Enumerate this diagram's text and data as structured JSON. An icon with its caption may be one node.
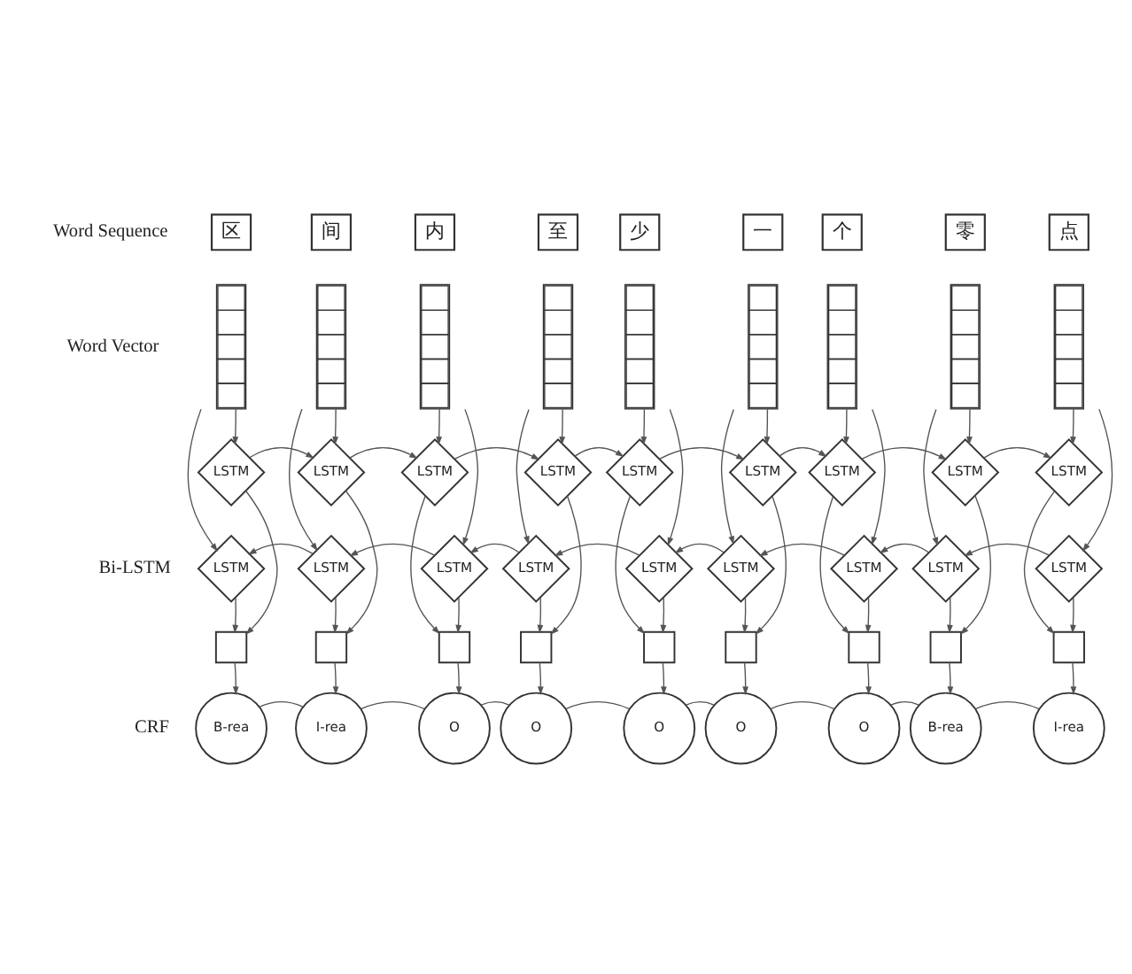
{
  "diagram": {
    "nodes": [
      {
        "text": [
          "区"
        ]
      },
      {
        "text": [
          "间"
        ]
      },
      {
        "text": [
          "内"
        ]
      },
      {
        "text": [
          "至"
        ]
      },
      {
        "text": [
          "少"
        ]
      },
      {
        "text": [
          "一"
        ]
      },
      {
        "text": [
          "个"
        ]
      },
      {
        "text": [
          "零"
        ]
      },
      {
        "text": [
          "点"
        ]
      },
      {
        "text": [],
        "shape": "bar"
      },
      {
        "text": [],
        "shape": "bar"
      },
      {
        "text": [],
        "shape": "bar"
      },
      {
        "text": [],
        "shape": "bar"
      },
      {
        "text": [],
        "shape": "bar"
      },
      {
        "text": [],
        "shape": "bar"
      },
      {
        "text": [],
        "shape": "bar"
      },
      {
        "text": [],
        "shape": "bar"
      },
      {
        "text": [],
        "shape": "bar"
      },
      {
        "text": [
          "LSTM"
        ]
      },
      {
        "text": [
          "LSTM"
        ]
      },
      {
        "text": [
          "LSTM"
        ]
      },
      {
        "text": [
          "LSTM"
        ]
      },
      {
        "text": [
          "LSTM"
        ]
      },
      {
        "text": [
          "LSTM"
        ]
      },
      {
        "text": [
          "LSTM"
        ]
      },
      {
        "text": [
          "LSTM"
        ]
      },
      {
        "text": [
          "LSTM"
        ]
      },
      {
        "text": [
          "LSTM"
        ]
      },
      {
        "text": [
          "LSTM"
        ]
      },
      {
        "text": [
          "LSTM"
        ]
      },
      {
        "text": [
          "LSTM"
        ]
      },
      {
        "text": [
          "LSTM"
        ]
      },
      {
        "text": [
          "LSTM"
        ]
      },
      {
        "text": [
          "LSTM"
        ]
      },
      {
        "text": [
          "LSTM"
        ]
      },
      {
        "text": [
          "LSTM"
        ]
      },
      {
        "text": [],
        "shape": "box"
      },
      {
        "text": [],
        "shape": "box"
      },
      {
        "text": [],
        "shape": "box"
      },
      {
        "text": [],
        "shape": "box"
      },
      {
        "text": [],
        "shape": "box"
      },
      {
        "text": [],
        "shape": "box"
      },
      {
        "text": [],
        "shape": "box"
      },
      {
        "text": [],
        "shape": "box"
      },
      {
        "text": [],
        "shape": "box"
      },
      {
        "text": [
          "B-rea"
        ]
      },
      {
        "text": [
          "I-rea"
        ]
      },
      {
        "text": [
          "O"
        ]
      },
      {
        "text": [
          "O"
        ]
      },
      {
        "text": [
          "O"
        ]
      },
      {
        "text": [
          "O"
        ]
      },
      {
        "text": [
          "O"
        ]
      },
      {
        "text": [
          "B-rea"
        ]
      },
      {
        "text": [
          "I-rea"
        ]
      }
    ],
    "edges": [
      {
        "from": 9,
        "to": 18,
        "arrow": "to"
      },
      {
        "from": 10,
        "to": 19,
        "arrow": "to"
      },
      {
        "from": 11,
        "to": 20,
        "arrow": "to"
      },
      {
        "from": 12,
        "to": 21,
        "arrow": "to"
      },
      {
        "from": 13,
        "to": 22,
        "arrow": "to"
      },
      {
        "from": 14,
        "to": 23,
        "arrow": "to"
      },
      {
        "from": 15,
        "to": 24,
        "arrow": "to"
      },
      {
        "from": 16,
        "to": 25,
        "arrow": "to"
      },
      {
        "from": 17,
        "to": 26,
        "arrow": "to"
      },
      {
        "from": 9,
        "to": 27,
        "arrow": "to"
      },
      {
        "from": 10,
        "to": 28,
        "arrow": "to"
      },
      {
        "from": 11,
        "to": 29,
        "arrow": "to"
      },
      {
        "from": 12,
        "to": 30,
        "arrow": "to"
      },
      {
        "from": 13,
        "to": 31,
        "arrow": "to"
      },
      {
        "from": 14,
        "to": 32,
        "arrow": "to"
      },
      {
        "from": 15,
        "to": 33,
        "arrow": "to"
      },
      {
        "from": 16,
        "to": 34,
        "arrow": "to"
      },
      {
        "from": 17,
        "to": 35,
        "arrow": "to"
      },
      {
        "from": 18,
        "to": 19,
        "arrow": "to"
      },
      {
        "from": 19,
        "to": 20,
        "arrow": "to"
      },
      {
        "from": 20,
        "to": 21,
        "arrow": "to"
      },
      {
        "from": 21,
        "to": 22,
        "arrow": "to"
      },
      {
        "from": 22,
        "to": 23,
        "arrow": "to"
      },
      {
        "from": 23,
        "to": 24,
        "arrow": "to"
      },
      {
        "from": 24,
        "to": 25,
        "arrow": "to"
      },
      {
        "from": 25,
        "to": 26,
        "arrow": "to"
      },
      {
        "from": 28,
        "to": 27,
        "arrow": "to"
      },
      {
        "from": 29,
        "to": 28,
        "arrow": "to"
      },
      {
        "from": 30,
        "to": 29,
        "arrow": "to"
      },
      {
        "from": 31,
        "to": 30,
        "arrow": "to"
      },
      {
        "from": 32,
        "to": 31,
        "arrow": "to"
      },
      {
        "from": 33,
        "to": 32,
        "arrow": "to"
      },
      {
        "from": 34,
        "to": 33,
        "arrow": "to"
      },
      {
        "from": 35,
        "to": 34,
        "arrow": "to"
      },
      {
        "from": 18,
        "to": 36,
        "arrow": "to"
      },
      {
        "from": 19,
        "to": 37,
        "arrow": "to"
      },
      {
        "from": 20,
        "to": 38,
        "arrow": "to"
      },
      {
        "from": 21,
        "to": 39,
        "arrow": "to"
      },
      {
        "from": 22,
        "to": 40,
        "arrow": "to"
      },
      {
        "from": 23,
        "to": 41,
        "arrow": "to"
      },
      {
        "from": 24,
        "to": 42,
        "arrow": "to"
      },
      {
        "from": 25,
        "to": 43,
        "arrow": "to"
      },
      {
        "from": 26,
        "to": 44,
        "arrow": "to"
      },
      {
        "from": 27,
        "to": 36,
        "arrow": "to"
      },
      {
        "from": 28,
        "to": 37,
        "arrow": "to"
      },
      {
        "from": 29,
        "to": 38,
        "arrow": "to"
      },
      {
        "from": 30,
        "to": 39,
        "arrow": "to"
      },
      {
        "from": 31,
        "to": 40,
        "arrow": "to"
      },
      {
        "from": 32,
        "to": 41,
        "arrow": "to"
      },
      {
        "from": 33,
        "to": 42,
        "arrow": "to"
      },
      {
        "from": 34,
        "to": 43,
        "arrow": "to"
      },
      {
        "from": 35,
        "to": 44,
        "arrow": "to"
      },
      {
        "from": 36,
        "to": 45,
        "arrow": "to"
      },
      {
        "from": 37,
        "to": 46,
        "arrow": "to"
      },
      {
        "from": 38,
        "to": 47,
        "arrow": "to"
      },
      {
        "from": 39,
        "to": 48,
        "arrow": "to"
      },
      {
        "from": 40,
        "to": 49,
        "arrow": "to"
      },
      {
        "from": 41,
        "to": 50,
        "arrow": "to"
      },
      {
        "from": 42,
        "to": 51,
        "arrow": "to"
      },
      {
        "from": 43,
        "to": 52,
        "arrow": "to"
      },
      {
        "from": 44,
        "to": 53,
        "arrow": "to"
      },
      {
        "from": 45,
        "to": 46,
        "arrow": "none"
      },
      {
        "from": 46,
        "to": 47,
        "arrow": "none"
      },
      {
        "from": 47,
        "to": 48,
        "arrow": "none"
      },
      {
        "from": 48,
        "to": 49,
        "arrow": "none"
      },
      {
        "from": 49,
        "to": 50,
        "arrow": "none"
      },
      {
        "from": 50,
        "to": 51,
        "arrow": "none"
      },
      {
        "from": 51,
        "to": 52,
        "arrow": "none"
      },
      {
        "from": 52,
        "to": 53,
        "arrow": "none"
      }
    ],
    "labels": [
      "Word Sequence",
      "Word Vector",
      "Bi-LSTM",
      "CRF"
    ]
  }
}
